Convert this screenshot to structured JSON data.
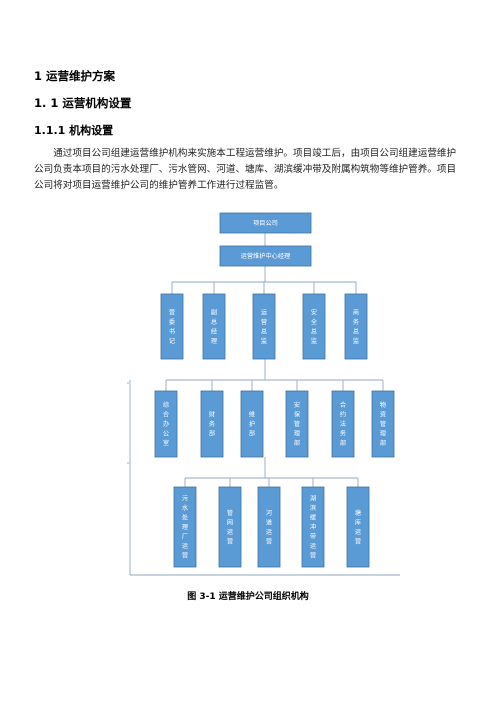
{
  "headings": {
    "h1": "1 运营维护方案",
    "h2": "1. 1 运营机构设置",
    "h3": "1.1.1 机构设置"
  },
  "paragraph": "通过项目公司组建运营维护机构来实施本工程运营维护。项目竣工后，由项目公司组建运营维护公司负责本项目的污水处理厂、污水管网、河道、塘库、湖滨缓冲带及附属构筑物等维护管养。项目公司将对项目运营维护公司的维护管养工作进行过程监管。",
  "org_chart": {
    "top": "项目公司",
    "center": "运营维护中心经理",
    "tier1": [
      "营委书记",
      "副总经理",
      "运营总监",
      "安全总监",
      "商务总监"
    ],
    "tier2": [
      "综合办公室",
      "财务部",
      "维护部",
      "安保管理部",
      "合约法务部",
      "物资管理部"
    ],
    "tier3": [
      "污水处理厂运营",
      "管网运营",
      "河道运营",
      "湖滨缓冲带运营",
      "塘库运营"
    ]
  },
  "caption": "图 3-1 运营维护公司组织机构",
  "colors": {
    "box_fill": "#5B9BD5",
    "box_stroke": "#41719C",
    "connector": "#8fa8c2"
  }
}
